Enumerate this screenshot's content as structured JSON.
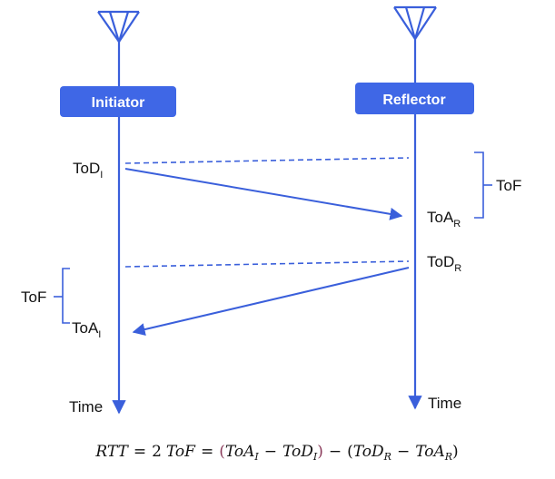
{
  "colors": {
    "line": "#3a5fdb",
    "box": "#3f67e6",
    "text": "#111111"
  },
  "initiator": {
    "label": "Initiator"
  },
  "reflector": {
    "label": "Reflector"
  },
  "labels": {
    "tod_i": {
      "main": "ToD",
      "sub": "I"
    },
    "toa_r": {
      "main": "ToA",
      "sub": "R"
    },
    "tod_r": {
      "main": "ToD",
      "sub": "R"
    },
    "toa_i": {
      "main": "ToA",
      "sub": "I"
    },
    "tof_right": "ToF",
    "tof_left": "ToF",
    "time_left": "Time",
    "time_right": "Time"
  },
  "formula": {
    "lhs": "RTT",
    "eq1": "=",
    "two": "2",
    "tof": "ToF",
    "eq2": "=",
    "open1": "(",
    "toa_i": "ToA",
    "toa_i_sub": "I",
    "minus1": "−",
    "tod_i": "ToD",
    "tod_i_sub": "I",
    "close1": ")",
    "minus2": "−",
    "open2": "(",
    "tod_r": "ToD",
    "tod_r_sub": "R",
    "minus3": "−",
    "toa_r": "ToA",
    "toa_r_sub": "R",
    "close2": ")"
  }
}
